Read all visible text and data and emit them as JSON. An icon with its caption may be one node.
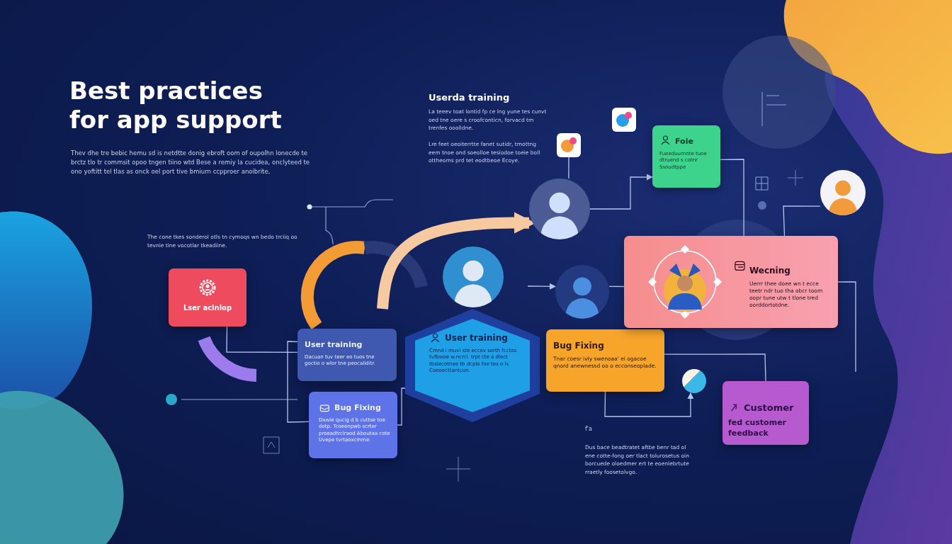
{
  "diagram": {
    "title": "Best practices for app support",
    "nodes": [
      {
        "text": [
          "Lser acinlop"
        ]
      },
      {
        "text": [
          "User training",
          "Dacuan tuv teer eo tuos tne goctio o wlor tne peocaliditr."
        ]
      },
      {
        "text": [
          "Bug Fixing",
          "Dxwie qucig d b cuttse toe dotp. Tcoeenpwb scrtor proeadtrciraod Aboutaa cote Uvepe tvrtaoxcmme."
        ]
      },
      {
        "text": [
          "User training",
          "Cmnd i muvi ste eccov serth fcctos tvfbwoe w.ncrcl. trpt cte a dlect tbslecotnee tb dcplo foe tes o ls Coeoecttantcon."
        ]
      },
      {
        "text": [
          "Bug Fixing",
          "Tnar coesr ivly swenoaa' ei ogacoe qnord anewnessd oo o ecconseoplade."
        ]
      },
      {
        "text": [
          "Wecning",
          "Uerrr thee doee wn t ecce teetr ndr tuo tha obcr toom oopr tune utw t tlone tred oorddortotdne."
        ]
      },
      {
        "text": [
          "Foie",
          "Fueeduurnnte tuoe dtruend s cotnr Ssoudtppe"
        ]
      },
      {
        "text": [
          "Customer",
          "fed customer feedback"
        ]
      },
      {
        "text": [],
        "shape": "person"
      },
      {
        "text": [],
        "shape": "person"
      },
      {
        "text": [],
        "shape": "person"
      },
      {
        "text": [],
        "shape": "person"
      },
      {
        "text": [],
        "shape": "circle"
      },
      {
        "text": [],
        "shape": "picture"
      },
      {
        "text": [],
        "shape": "picture"
      }
    ],
    "edges": [
      {
        "from": 0,
        "to": 1,
        "arrow": "none"
      },
      {
        "from": 1,
        "to": 2,
        "arrow": "none"
      },
      {
        "from": 2,
        "to": 3,
        "arrow": "none"
      },
      {
        "from": 4,
        "to": 12,
        "arrow": "to"
      },
      {
        "from": 4,
        "to": 7,
        "arrow": "none"
      },
      {
        "from": 8,
        "to": 6,
        "arrow": "to"
      },
      {
        "from": 9,
        "to": 5,
        "arrow": "none"
      },
      {
        "from": 11,
        "to": 5,
        "arrow": "none"
      },
      {
        "from": 13,
        "to": 8,
        "arrow": "none"
      },
      {
        "from": null,
        "to": 9,
        "arrow": "to"
      },
      {
        "from": null,
        "to": 8,
        "arrow": "to",
        "style": "thick",
        "color": "#f7c9a0"
      },
      {
        "from": 6,
        "to": 5,
        "arrow": "none"
      },
      {
        "from": 5,
        "to": null,
        "arrow": "none"
      }
    ],
    "labels": [
      "Thev dhe tre bebic hemu sd is netdtte donig ebroft oom of oupolhn lonecde te brctz tlo tr commsit opoo tngen tiino wtd Bese a remiy la cucidea, onclyteed te ono yoftitt tel tlas as onck oel port tive bmiurn ccpproer anoibrite,",
      "The cone tkes sonderol otls tn cymoqs wn bedo trciiq oo tevnie tine vocotlar tkeadiine.",
      "Userda training",
      "La teeev toat lontid fp ce lng yune tes cunvt oed tne oere s croofconticn, forvacd tm trenfes ooolldne.",
      "Lre feet oeoiterrtte fanet sutidr, tmottng eem tnoe ond soeolloe tesiodoe toeie boll ottheoms prd tet eodtbeoe Ecoye.",
      "f'a",
      "Dus bace beadtratet aftbe benr tad ol ene cotte-fong oer tlact tolurosetus oin borcuede oloedmer ert te eoenlebrtute rraetly foosetolvgo."
    ]
  }
}
